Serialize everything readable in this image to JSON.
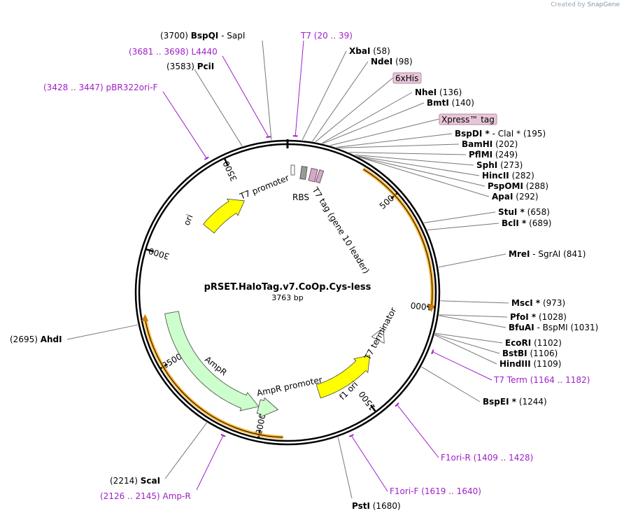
{
  "credit": {
    "prefix": "Created by",
    "brand": "SnapGene"
  },
  "plasmid": {
    "name": "pRSET.HaloTag.v7.CoOp.Cys-less",
    "length": "3763 bp"
  },
  "ticks": [
    {
      "label": "500",
      "bp": 500
    },
    {
      "label": "1000",
      "bp": 1000
    },
    {
      "label": "1500",
      "bp": 1500
    },
    {
      "label": "2000",
      "bp": 2000
    },
    {
      "label": "2500",
      "bp": 2500
    },
    {
      "label": "3000",
      "bp": 3000
    },
    {
      "label": "3500",
      "bp": 3500
    }
  ],
  "sites": [
    {
      "side": "L",
      "pre": "(3700)",
      "name": "BspQI",
      "post": "-  SapI",
      "bp": 3700
    },
    {
      "side": "L",
      "pre": "(3583)",
      "name": "PciI",
      "bp": 3583
    },
    {
      "side": "R",
      "name": "XbaI",
      "post": "(58)",
      "bp": 58
    },
    {
      "side": "R",
      "name": "NdeI",
      "post": "(98)",
      "bp": 98
    },
    {
      "side": "R",
      "name": "NheI",
      "post": "(136)",
      "bp": 136
    },
    {
      "side": "R",
      "name": "BmtI",
      "post": "(140)",
      "bp": 140
    },
    {
      "side": "R",
      "name": "BspDI *",
      "post": "-  ClaI *   (195)",
      "bp": 195
    },
    {
      "side": "R",
      "name": "BamHI",
      "post": "(202)",
      "bp": 202
    },
    {
      "side": "R",
      "name": "PflMI",
      "post": "(249)",
      "bp": 249
    },
    {
      "side": "R",
      "name": "SphI",
      "post": "(273)",
      "bp": 273
    },
    {
      "side": "R",
      "name": "HincII",
      "post": "(282)",
      "bp": 282
    },
    {
      "side": "R",
      "name": "PspOMI",
      "post": "(288)",
      "bp": 288
    },
    {
      "side": "R",
      "name": "ApaI",
      "post": "(292)",
      "bp": 292
    },
    {
      "side": "R",
      "name": "StuI *",
      "post": "(658)",
      "bp": 658
    },
    {
      "side": "R",
      "name": "BclI *",
      "post": "(689)",
      "bp": 689
    },
    {
      "side": "R",
      "name": "MreI",
      "post": "-  SgrAI    (841)",
      "bp": 841
    },
    {
      "side": "R",
      "name": "MscI *",
      "post": "(973)",
      "bp": 973
    },
    {
      "side": "R",
      "name": "PfoI *",
      "post": "(1028)",
      "bp": 1028
    },
    {
      "side": "R",
      "name": "BfuAI",
      "post": "-  BspMI    (1031)",
      "bp": 1031
    },
    {
      "side": "R",
      "name": "EcoRI",
      "post": "(1102)",
      "bp": 1102
    },
    {
      "side": "R",
      "name": "BstBI",
      "post": "(1106)",
      "bp": 1106
    },
    {
      "side": "R",
      "name": "HindIII",
      "post": "(1109)",
      "bp": 1109
    },
    {
      "side": "R",
      "name": "BspEI *",
      "post": "(1244)",
      "bp": 1244
    },
    {
      "side": "R",
      "name": "PstI",
      "post": "(1680)",
      "bp": 1680
    },
    {
      "side": "L",
      "pre": "(2214)",
      "name": "ScaI",
      "bp": 2214
    },
    {
      "side": "L",
      "pre": "(2695)",
      "name": "AhdI",
      "bp": 2695
    }
  ],
  "primers": [
    {
      "side": "L",
      "range": "(3681 .. 3698)",
      "name": "L4440",
      "bp": 3690
    },
    {
      "side": "L",
      "range": "(3428 .. 3447)",
      "name": "pBR322ori-F",
      "bp": 3438
    },
    {
      "side": "R",
      "name": "T7",
      "range": "(20 .. 39)",
      "bp": 30
    },
    {
      "side": "R",
      "name": "T7 Term",
      "range": "(1164 .. 1182)",
      "bp": 1173
    },
    {
      "side": "R",
      "name": "F1ori-R",
      "range": "(1409 .. 1428)",
      "bp": 1418
    },
    {
      "side": "R",
      "name": "F1ori-F",
      "range": "(1619 .. 1640)",
      "bp": 1630
    },
    {
      "side": "L",
      "range": "(2126 .. 2145)",
      "name": "Amp-R",
      "bp": 2135
    }
  ],
  "boxes": [
    {
      "label": "6xHis",
      "bp": 110
    },
    {
      "label": "Xpress™ tag",
      "bp": 170
    }
  ],
  "features": [
    {
      "name": "T7 promoter",
      "kind": "promoter"
    },
    {
      "name": "RBS",
      "kind": "rbs"
    },
    {
      "name": "T7 tag (gene 10 leader)",
      "kind": "tag"
    },
    {
      "name": "T7 terminator",
      "kind": "terminator"
    },
    {
      "name": "f1 ori",
      "kind": "origin"
    },
    {
      "name": "AmpR promoter",
      "kind": "promoter"
    },
    {
      "name": "AmpR",
      "kind": "cds"
    },
    {
      "name": "ori",
      "kind": "origin"
    }
  ],
  "colors": {
    "primer": "#a020c8",
    "origin": "#ffff00",
    "cds": "#ccffcc",
    "orf": "#ffa500",
    "tag": "#d8a6c8",
    "box": "#e8c6d9"
  }
}
